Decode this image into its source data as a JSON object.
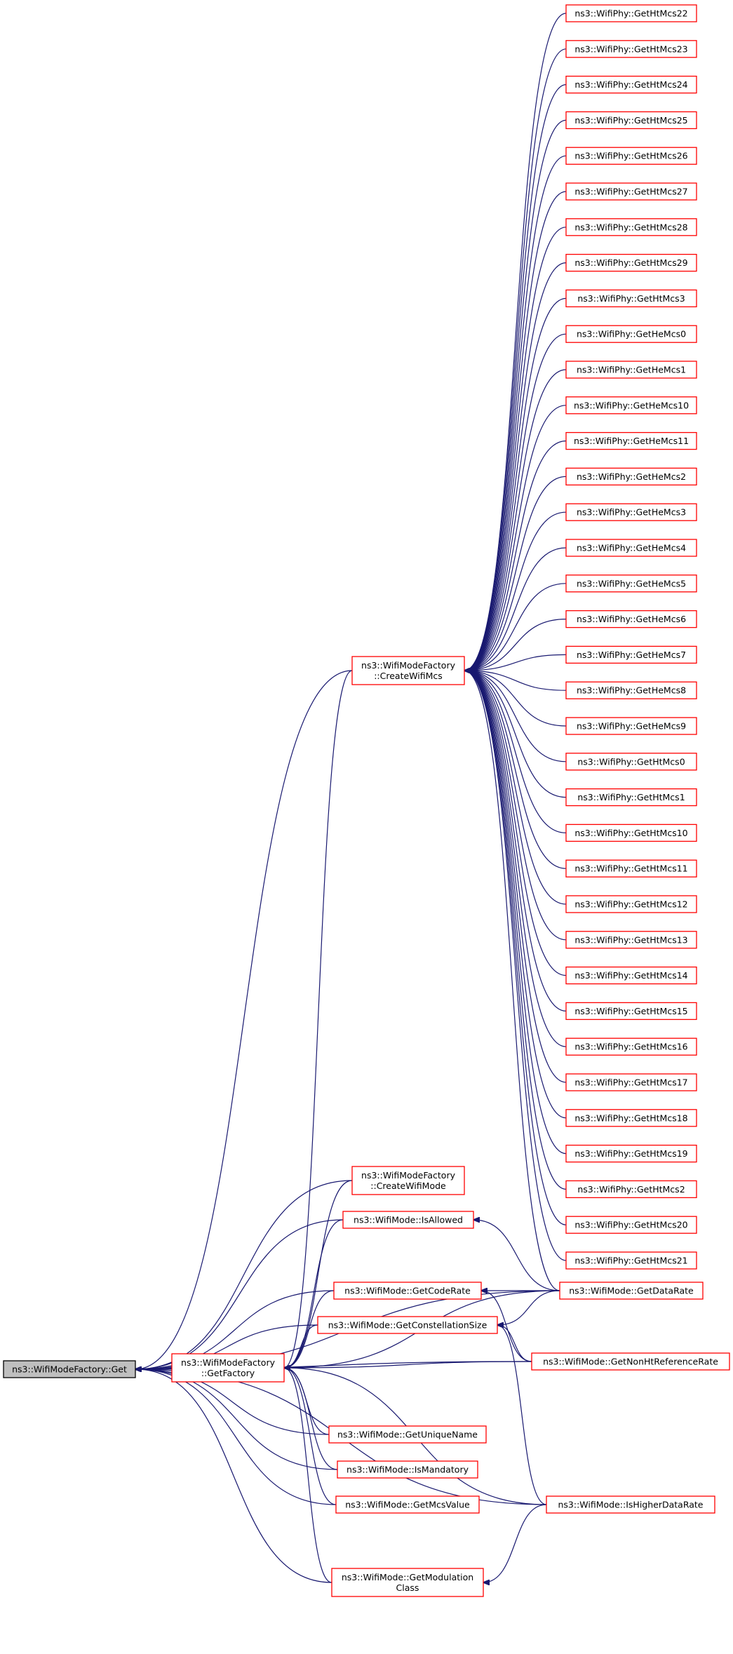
{
  "diagram": {
    "type": "caller-graph",
    "colors": {
      "edge": "#191970",
      "node_border": "#ff0000",
      "root_border": "#000000",
      "root_fill": "#bfbfbf",
      "node_fill": "#ffffff",
      "text": "#000000"
    },
    "nodes": [
      {
        "id": "get",
        "lines": [
          "ns3::WifiModeFactory::Get"
        ],
        "root": true
      },
      {
        "id": "createwifimcs",
        "lines": [
          "ns3::WifiModeFactory",
          "::CreateWifiMcs"
        ]
      },
      {
        "id": "getfactory",
        "lines": [
          "ns3::WifiModeFactory",
          "::GetFactory"
        ]
      },
      {
        "id": "createwifimode",
        "lines": [
          "ns3::WifiModeFactory",
          "::CreateWifiMode"
        ]
      },
      {
        "id": "isallowed",
        "lines": [
          "ns3::WifiMode::IsAllowed"
        ]
      },
      {
        "id": "getcoderate",
        "lines": [
          "ns3::WifiMode::GetCodeRate"
        ]
      },
      {
        "id": "getconstellationsize",
        "lines": [
          "ns3::WifiMode::GetConstellationSize"
        ]
      },
      {
        "id": "getuniquename",
        "lines": [
          "ns3::WifiMode::GetUniqueName"
        ]
      },
      {
        "id": "ismandatory",
        "lines": [
          "ns3::WifiMode::IsMandatory"
        ]
      },
      {
        "id": "getmcsvalue",
        "lines": [
          "ns3::WifiMode::GetMcsValue"
        ]
      },
      {
        "id": "getmodulationclass",
        "lines": [
          "ns3::WifiMode::GetModulation",
          "Class"
        ]
      },
      {
        "id": "getdatarate",
        "lines": [
          "ns3::WifiMode::GetDataRate"
        ]
      },
      {
        "id": "getnonhtreferencerate",
        "lines": [
          "ns3::WifiMode::GetNonHtReferenceRate"
        ]
      },
      {
        "id": "ishigherdatarate",
        "lines": [
          "ns3::WifiMode::IsHigherDataRate"
        ]
      },
      {
        "id": "ht22",
        "lines": [
          "ns3::WifiPhy::GetHtMcs22"
        ]
      },
      {
        "id": "ht23",
        "lines": [
          "ns3::WifiPhy::GetHtMcs23"
        ]
      },
      {
        "id": "ht24",
        "lines": [
          "ns3::WifiPhy::GetHtMcs24"
        ]
      },
      {
        "id": "ht25",
        "lines": [
          "ns3::WifiPhy::GetHtMcs25"
        ]
      },
      {
        "id": "ht26",
        "lines": [
          "ns3::WifiPhy::GetHtMcs26"
        ]
      },
      {
        "id": "ht27",
        "lines": [
          "ns3::WifiPhy::GetHtMcs27"
        ]
      },
      {
        "id": "ht28",
        "lines": [
          "ns3::WifiPhy::GetHtMcs28"
        ]
      },
      {
        "id": "ht29",
        "lines": [
          "ns3::WifiPhy::GetHtMcs29"
        ]
      },
      {
        "id": "ht3",
        "lines": [
          "ns3::WifiPhy::GetHtMcs3"
        ]
      },
      {
        "id": "he0",
        "lines": [
          "ns3::WifiPhy::GetHeMcs0"
        ]
      },
      {
        "id": "he1",
        "lines": [
          "ns3::WifiPhy::GetHeMcs1"
        ]
      },
      {
        "id": "he10",
        "lines": [
          "ns3::WifiPhy::GetHeMcs10"
        ]
      },
      {
        "id": "he11",
        "lines": [
          "ns3::WifiPhy::GetHeMcs11"
        ]
      },
      {
        "id": "he2",
        "lines": [
          "ns3::WifiPhy::GetHeMcs2"
        ]
      },
      {
        "id": "he3",
        "lines": [
          "ns3::WifiPhy::GetHeMcs3"
        ]
      },
      {
        "id": "he4",
        "lines": [
          "ns3::WifiPhy::GetHeMcs4"
        ]
      },
      {
        "id": "he5",
        "lines": [
          "ns3::WifiPhy::GetHeMcs5"
        ]
      },
      {
        "id": "he6",
        "lines": [
          "ns3::WifiPhy::GetHeMcs6"
        ]
      },
      {
        "id": "he7",
        "lines": [
          "ns3::WifiPhy::GetHeMcs7"
        ]
      },
      {
        "id": "he8",
        "lines": [
          "ns3::WifiPhy::GetHeMcs8"
        ]
      },
      {
        "id": "he9",
        "lines": [
          "ns3::WifiPhy::GetHeMcs9"
        ]
      },
      {
        "id": "ht0",
        "lines": [
          "ns3::WifiPhy::GetHtMcs0"
        ]
      },
      {
        "id": "ht1",
        "lines": [
          "ns3::WifiPhy::GetHtMcs1"
        ]
      },
      {
        "id": "ht10",
        "lines": [
          "ns3::WifiPhy::GetHtMcs10"
        ]
      },
      {
        "id": "ht11",
        "lines": [
          "ns3::WifiPhy::GetHtMcs11"
        ]
      },
      {
        "id": "ht12",
        "lines": [
          "ns3::WifiPhy::GetHtMcs12"
        ]
      },
      {
        "id": "ht13",
        "lines": [
          "ns3::WifiPhy::GetHtMcs13"
        ]
      },
      {
        "id": "ht14",
        "lines": [
          "ns3::WifiPhy::GetHtMcs14"
        ]
      },
      {
        "id": "ht15",
        "lines": [
          "ns3::WifiPhy::GetHtMcs15"
        ]
      },
      {
        "id": "ht16",
        "lines": [
          "ns3::WifiPhy::GetHtMcs16"
        ]
      },
      {
        "id": "ht17",
        "lines": [
          "ns3::WifiPhy::GetHtMcs17"
        ]
      },
      {
        "id": "ht18",
        "lines": [
          "ns3::WifiPhy::GetHtMcs18"
        ]
      },
      {
        "id": "ht19",
        "lines": [
          "ns3::WifiPhy::GetHtMcs19"
        ]
      },
      {
        "id": "ht2",
        "lines": [
          "ns3::WifiPhy::GetHtMcs2"
        ]
      },
      {
        "id": "ht20",
        "lines": [
          "ns3::WifiPhy::GetHtMcs20"
        ]
      },
      {
        "id": "ht21",
        "lines": [
          "ns3::WifiPhy::GetHtMcs21"
        ]
      }
    ],
    "edges": [
      [
        "createwifimcs",
        "get"
      ],
      [
        "getfactory",
        "get"
      ],
      [
        "createwifimode",
        "get"
      ],
      [
        "isallowed",
        "get"
      ],
      [
        "getcoderate",
        "get"
      ],
      [
        "getconstellationsize",
        "get"
      ],
      [
        "getuniquename",
        "get"
      ],
      [
        "ismandatory",
        "get"
      ],
      [
        "getmcsvalue",
        "get"
      ],
      [
        "getmodulationclass",
        "get"
      ],
      [
        "getdatarate",
        "get"
      ],
      [
        "getnonhtreferencerate",
        "get"
      ],
      [
        "ishigherdatarate",
        "get"
      ],
      [
        "createwifimcs",
        "getfactory"
      ],
      [
        "createwifimode",
        "getfactory"
      ],
      [
        "isallowed",
        "getfactory"
      ],
      [
        "getcoderate",
        "getfactory"
      ],
      [
        "getconstellationsize",
        "getfactory"
      ],
      [
        "getuniquename",
        "getfactory"
      ],
      [
        "ismandatory",
        "getfactory"
      ],
      [
        "getmcsvalue",
        "getfactory"
      ],
      [
        "getmodulationclass",
        "getfactory"
      ],
      [
        "getdatarate",
        "getfactory"
      ],
      [
        "getnonhtreferencerate",
        "getfactory"
      ],
      [
        "ishigherdatarate",
        "getfactory"
      ],
      [
        "getdatarate",
        "isallowed"
      ],
      [
        "getdatarate",
        "getcoderate"
      ],
      [
        "getnonhtreferencerate",
        "getcoderate"
      ],
      [
        "getdatarate",
        "getconstellationsize"
      ],
      [
        "getnonhtreferencerate",
        "getconstellationsize"
      ],
      [
        "ishigherdatarate",
        "getconstellationsize"
      ],
      [
        "ishigherdatarate",
        "getmodulationclass"
      ],
      [
        "ht22",
        "createwifimcs"
      ],
      [
        "ht23",
        "createwifimcs"
      ],
      [
        "ht24",
        "createwifimcs"
      ],
      [
        "ht25",
        "createwifimcs"
      ],
      [
        "ht26",
        "createwifimcs"
      ],
      [
        "ht27",
        "createwifimcs"
      ],
      [
        "ht28",
        "createwifimcs"
      ],
      [
        "ht29",
        "createwifimcs"
      ],
      [
        "ht3",
        "createwifimcs"
      ],
      [
        "he0",
        "createwifimcs"
      ],
      [
        "he1",
        "createwifimcs"
      ],
      [
        "he10",
        "createwifimcs"
      ],
      [
        "he11",
        "createwifimcs"
      ],
      [
        "he2",
        "createwifimcs"
      ],
      [
        "he3",
        "createwifimcs"
      ],
      [
        "he4",
        "createwifimcs"
      ],
      [
        "he5",
        "createwifimcs"
      ],
      [
        "he6",
        "createwifimcs"
      ],
      [
        "he7",
        "createwifimcs"
      ],
      [
        "he8",
        "createwifimcs"
      ],
      [
        "he9",
        "createwifimcs"
      ],
      [
        "ht0",
        "createwifimcs"
      ],
      [
        "ht1",
        "createwifimcs"
      ],
      [
        "ht10",
        "createwifimcs"
      ],
      [
        "ht11",
        "createwifimcs"
      ],
      [
        "ht12",
        "createwifimcs"
      ],
      [
        "ht13",
        "createwifimcs"
      ],
      [
        "ht14",
        "createwifimcs"
      ],
      [
        "ht15",
        "createwifimcs"
      ],
      [
        "ht16",
        "createwifimcs"
      ],
      [
        "ht17",
        "createwifimcs"
      ],
      [
        "ht18",
        "createwifimcs"
      ],
      [
        "ht19",
        "createwifimcs"
      ],
      [
        "ht2",
        "createwifimcs"
      ],
      [
        "ht20",
        "createwifimcs"
      ],
      [
        "ht21",
        "createwifimcs"
      ],
      [
        "getdatarate",
        "createwifimcs"
      ]
    ]
  }
}
